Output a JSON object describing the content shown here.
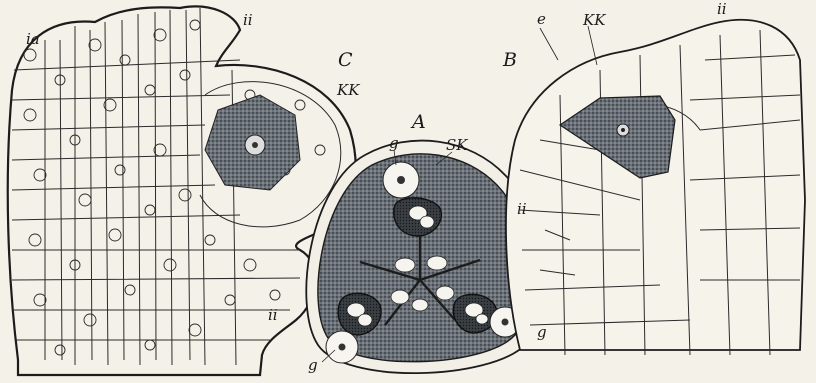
{
  "labels": {
    "A": "A",
    "B": "B",
    "C": "C",
    "KK_C": "KK",
    "KK_B": "KK",
    "ia": "ia",
    "ii_C_top": "ii",
    "ii_C_bottom": "ii",
    "ii_B_top": "ii",
    "ii_B_left": "ii",
    "e": "e",
    "g_top": "g",
    "SK": "SK",
    "g_left": "g",
    "g_right": "g"
  },
  "colors": {
    "paper": "#f4f1e8",
    "ink": "#1c1c1c",
    "stipple": "#5a5a5a",
    "dense_tissue": "#45505a"
  }
}
